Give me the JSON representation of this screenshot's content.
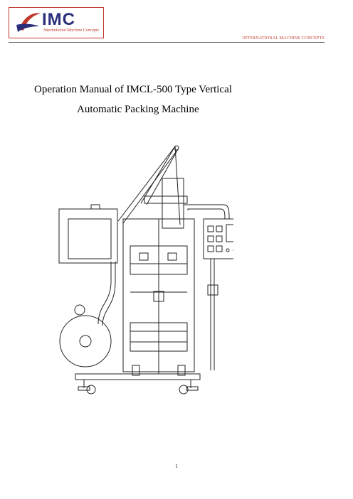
{
  "header": {
    "logo_text": "IMC",
    "logo_tagline": "International Machine Concepts",
    "company_tag": "INTERNATIONAL MACHINE CONCEPTS"
  },
  "document": {
    "title_line1": "Operation Manual of IMCL-500 Type Vertical",
    "title_line2": "Automatic Packing Machine"
  },
  "footer": {
    "page_number": "1"
  },
  "colors": {
    "brand_red": "#c0392b",
    "brand_navy": "#2b2f7a"
  }
}
